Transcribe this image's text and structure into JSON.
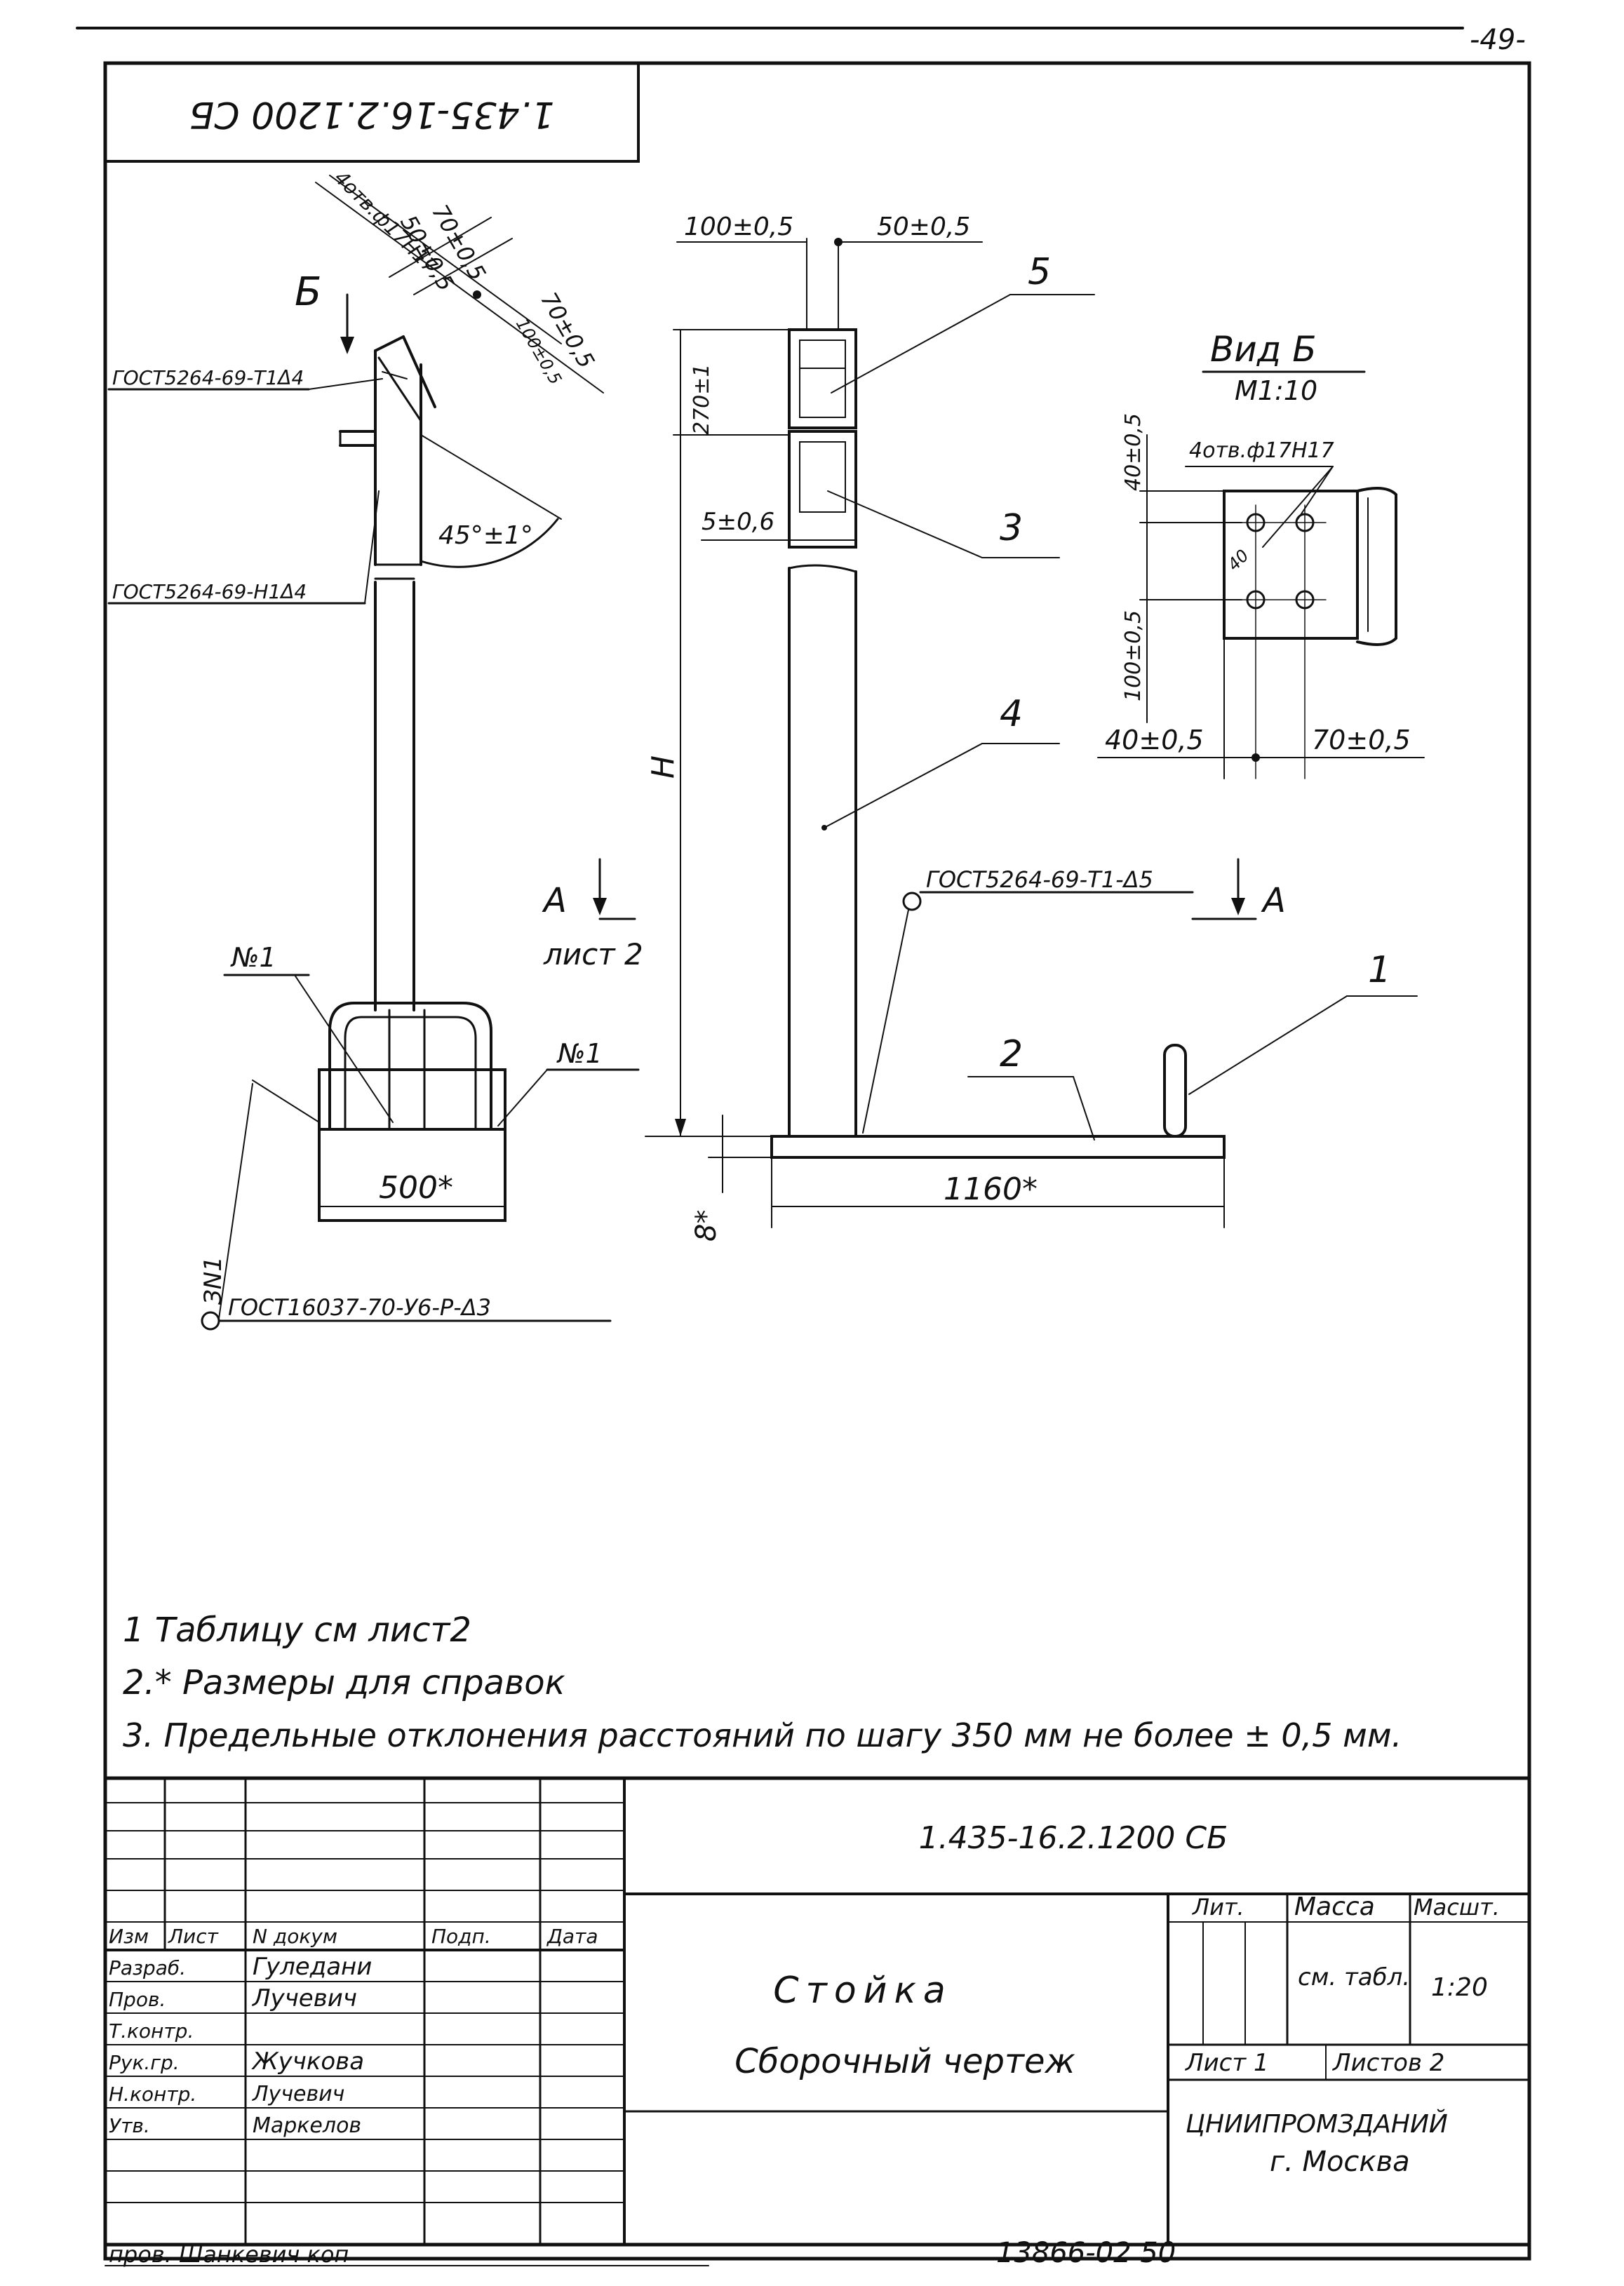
{
  "sheet": {
    "page_number": "-49-",
    "stamp_rotated": "1.435-16.2.1200 СБ"
  },
  "side_view": {
    "view_marker": "Б",
    "dim_top_1": "70±0,5",
    "dim_top_2": "50±0,5",
    "holes_note": "4отв.ф17H17",
    "dim_right_1": "70±0,5",
    "dim_right_2": "100±0,5",
    "weld_top": "ГОСТ5264-69-Т1Δ4",
    "weld_mid": "ГОСТ5264-69-Н1Δ4",
    "angle": "45°±1°",
    "weld_label_left": "№1",
    "weld_label_right": "№1",
    "base_width": "500*",
    "weld_marker": "ЗN1",
    "weld_bottom": "ГОСТ16037-70-У6-Р-Δ3"
  },
  "front_view": {
    "dim_top_left": "100±0,5",
    "dim_top_right": "50±0,5",
    "dim_height_top": "270±1",
    "dim_offset": "5±0,6",
    "dim_height": "H",
    "dim_thickness": "8*",
    "base_length": "1160*",
    "weld_base": "ГОСТ5264-69-Т1-Δ5",
    "pos_1": "1",
    "pos_2": "2",
    "pos_3": "3",
    "pos_4": "4",
    "pos_5": "5"
  },
  "section_marker": {
    "letter_left": "А",
    "letter_right": "А",
    "sheet_ref": "лист 2"
  },
  "view_b": {
    "title": "Вид Б",
    "scale": "М1:10",
    "holes_note": "4отв.ф17H17",
    "dim_v_top": "40±0,5",
    "dim_v_bottom": "100±0,5",
    "dim_h_left": "40±0,5",
    "dim_h_right": "70±0,5",
    "radius": "40"
  },
  "notes": [
    "1  Таблицу см лист2",
    "2.* Размеры для справок",
    "3. Предельные отклонения расстояний по шагу 350 мм не более ± 0,5 мм."
  ],
  "title_block": {
    "designation": "1.435-16.2.1200 СБ",
    "name": "Стойка",
    "doc_type": "Сборочный чертеж",
    "col_headers": [
      "Изм",
      "Лист",
      "N докум",
      "Подп.",
      "Дата"
    ],
    "roles": [
      "Разраб.",
      "Пров.",
      "Т.контр.",
      "Рук.гр.",
      "Н.контр.",
      "Утв."
    ],
    "names": [
      "Гуледани",
      "Лучевич",
      "",
      "Жучкова",
      "Лучевич",
      "Маркелов"
    ],
    "lit_label": "Лит.",
    "mass_label": "Масса",
    "scale_label": "Масшт.",
    "mass_value": "см. табл.",
    "scale_value": "1:20",
    "sheet_label": "Лист 1",
    "sheets_label": "Листов 2",
    "org_line1": "ЦНИИПРОМЗДАНИЙ",
    "org_line2": "г. Москва",
    "bottom_left": "пров. Шанкевич   коп",
    "bottom_right": "13866-02 50"
  }
}
